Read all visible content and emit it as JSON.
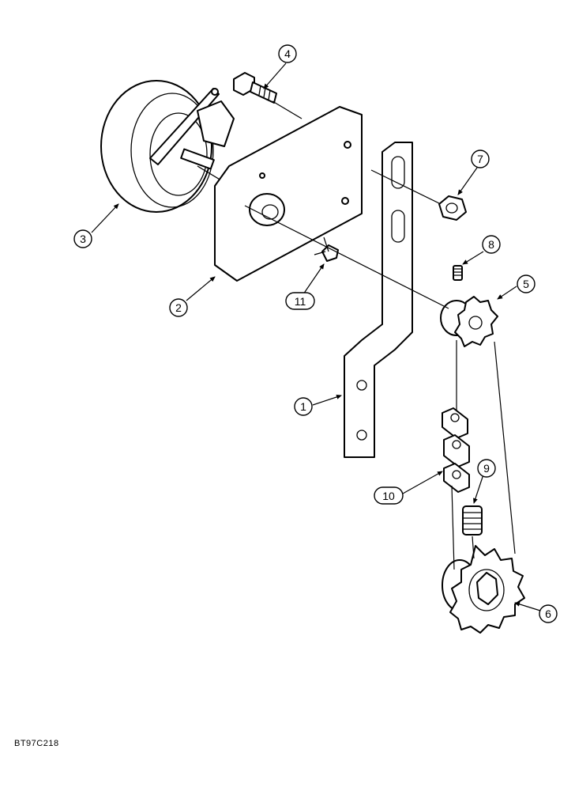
{
  "figure_id": "BT97C218",
  "callouts": [
    {
      "label": "1"
    },
    {
      "label": "2"
    },
    {
      "label": "3"
    },
    {
      "label": "4"
    },
    {
      "label": "5"
    },
    {
      "label": "6"
    },
    {
      "label": "7"
    },
    {
      "label": "8"
    },
    {
      "label": "9"
    },
    {
      "label": "10"
    },
    {
      "label": "11"
    }
  ]
}
